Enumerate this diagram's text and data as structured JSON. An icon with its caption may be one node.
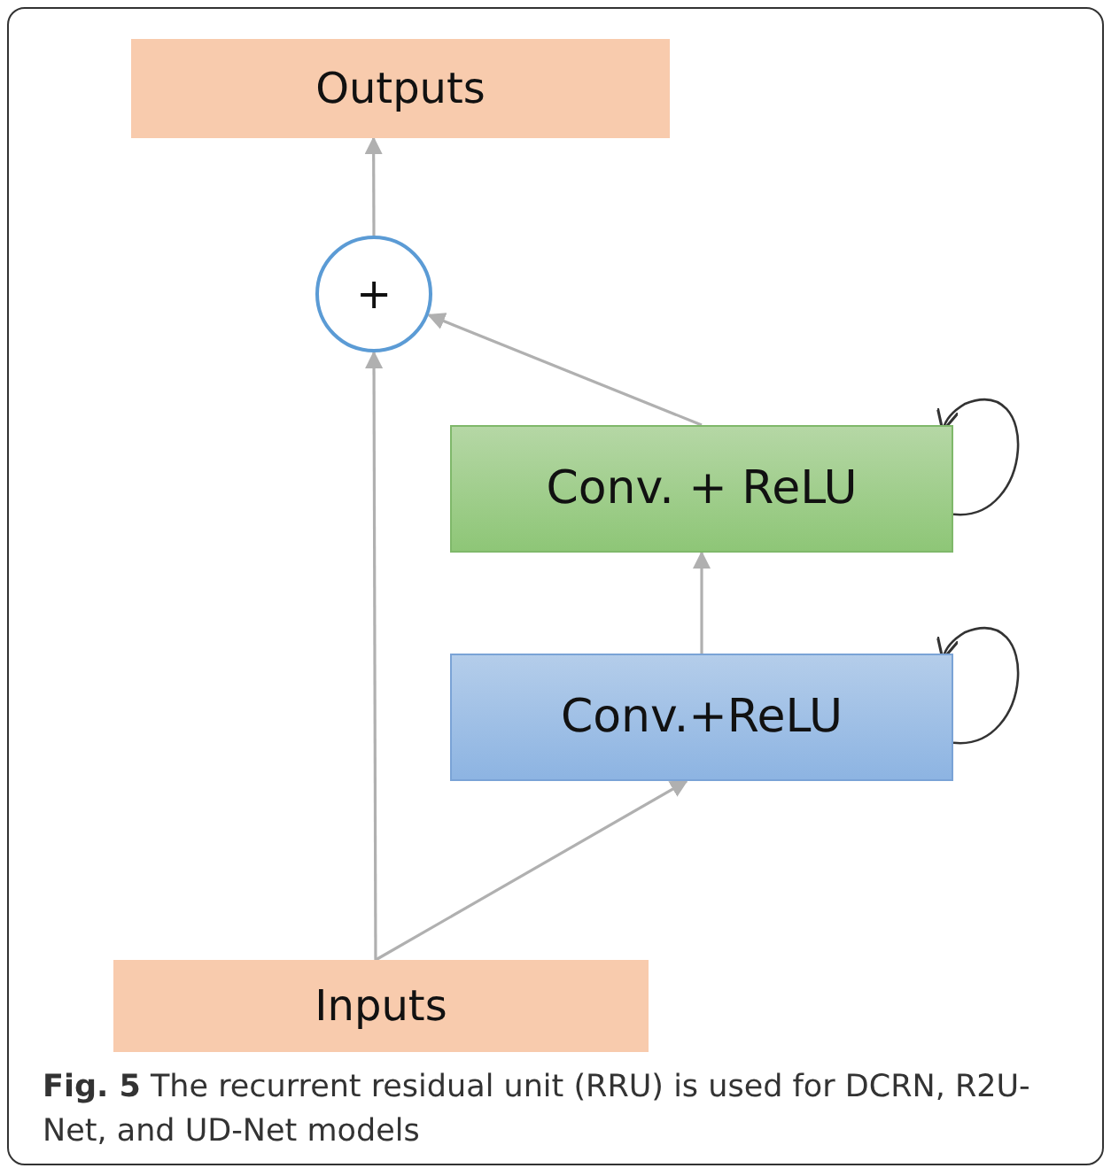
{
  "diagram": {
    "caption": "**Fig. 5** The recurrent residual unit (RRU) is used for DCRN, R2U-Net, and UD-Net models",
    "nodes": [
      {
        "text": [
          "Outputs"
        ]
      },
      {
        "text": [
          "+"
        ]
      },
      {
        "text": [
          "Conv. + ReLU"
        ]
      },
      {
        "text": [
          "Conv.+ReLU"
        ]
      },
      {
        "text": [
          "Inputs"
        ]
      }
    ],
    "edges": [
      {
        "from": 1,
        "to": 0,
        "arrow": "to"
      },
      {
        "from": 2,
        "to": 1,
        "arrow": "to"
      },
      {
        "from": 3,
        "to": 2,
        "arrow": "to"
      },
      {
        "from": 4,
        "to": 1,
        "arrow": "to"
      },
      {
        "from": 4,
        "to": 3,
        "arrow": "to"
      },
      {
        "from": 2,
        "to": 2,
        "arrow": "to",
        "color": "#333333"
      },
      {
        "from": 3,
        "to": 3,
        "arrow": "to",
        "color": "#333333"
      }
    ]
  }
}
